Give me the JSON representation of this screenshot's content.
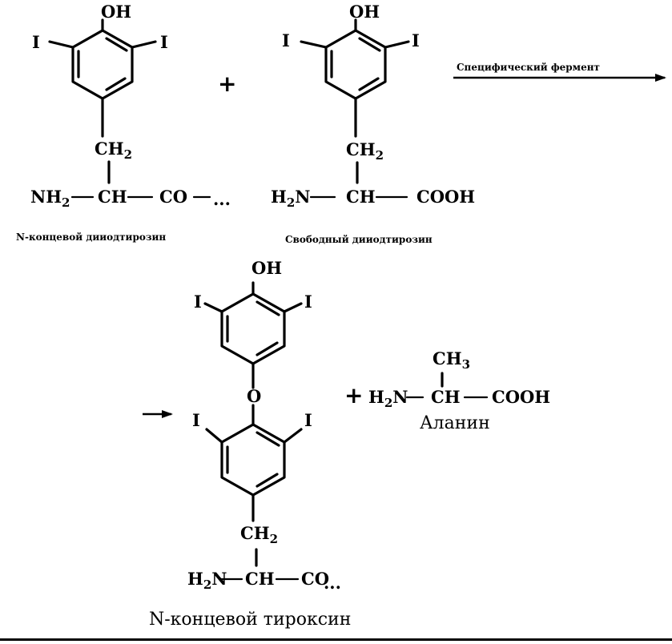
{
  "reactant1": {
    "oh": "OH",
    "i_left": "I",
    "i_right": "I",
    "ch2_main": "CH",
    "ch2_sub": "2",
    "nh2_main": "NH",
    "nh2_sub": "2",
    "ch": "CH",
    "co": "CO",
    "dots": "...",
    "caption": "N-концевой дииодтирозин"
  },
  "plus1": "+",
  "reactant2": {
    "oh": "OH",
    "i_left": "I",
    "i_right": "I",
    "ch2_main": "CH",
    "ch2_sub": "2",
    "h2n_h": "H",
    "h2n_sub": "2",
    "h2n_n": "N",
    "ch": "CH",
    "cooh": "COOH",
    "caption": "Свободный дииодтирозин"
  },
  "arrow_label": "Специфический фермент",
  "product": {
    "oh": "OH",
    "i_top_left": "I",
    "i_top_right": "I",
    "o_bridge": "O",
    "i_bot_left": "I",
    "i_bot_right": "I",
    "ch2_main": "CH",
    "ch2_sub": "2",
    "h2n_h": "H",
    "h2n_sub": "2",
    "h2n_n": "N",
    "ch": "CH",
    "co": "CO",
    "dots": "...",
    "caption": "N-концевой тироксин"
  },
  "plus2": "+",
  "alanine": {
    "ch3_main": "CH",
    "ch3_sub": "3",
    "h2n_h": "H",
    "h2n_sub": "2",
    "h2n_n": "N",
    "ch": "CH",
    "cooh": "COOH",
    "caption": "Аланин"
  }
}
